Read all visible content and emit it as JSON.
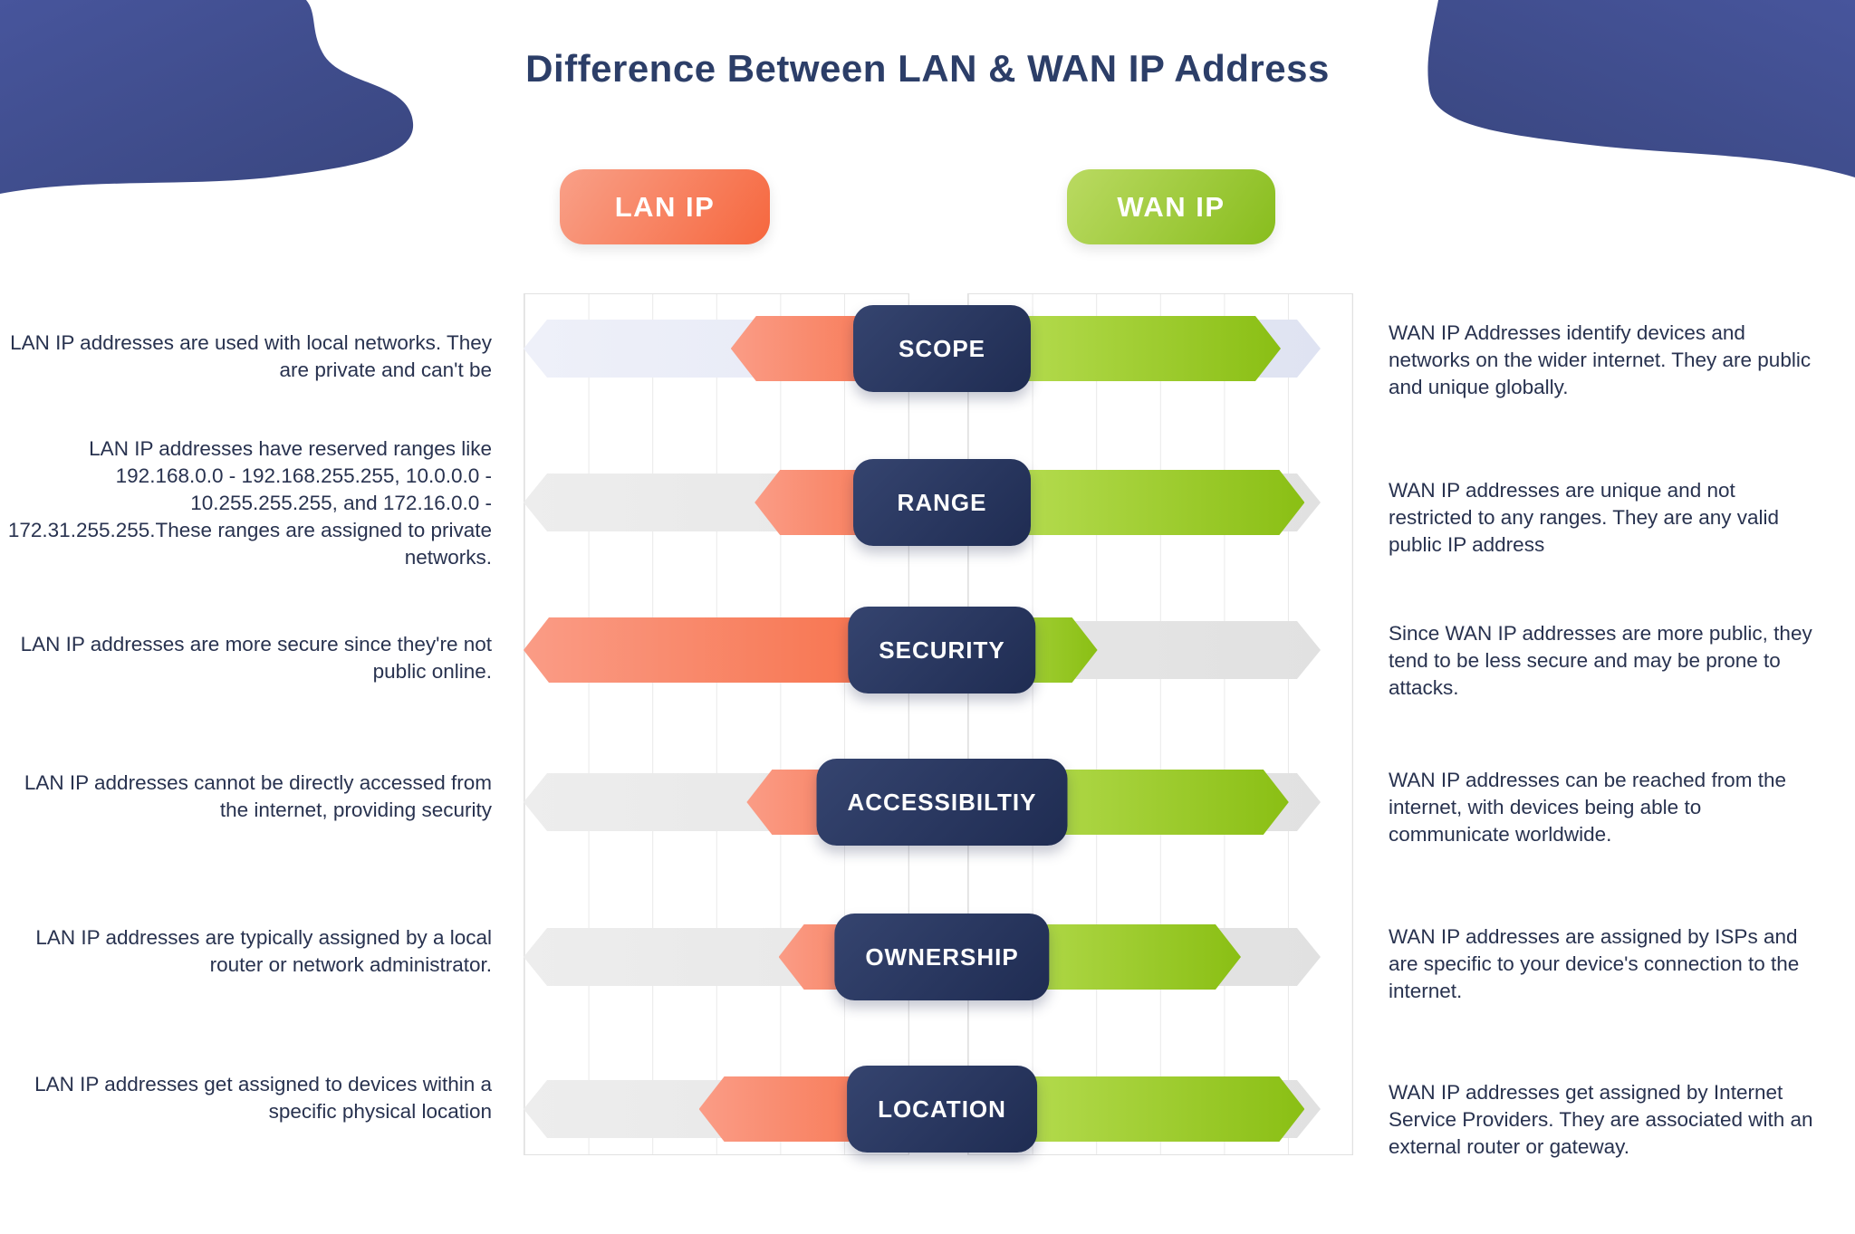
{
  "title": "Difference Between LAN & WAN IP Address",
  "badges": {
    "lan": "LAN IP",
    "wan": "WAN IP"
  },
  "colors": {
    "title_navy": "#2c3e68",
    "body_navy": "#28324f",
    "pill_navy_dark": "#1f2c52",
    "pill_navy_light": "#35446f",
    "lan_orange_light": "#fa9c86",
    "lan_orange_dark": "#f6673e",
    "wan_green_light": "#c3e563",
    "wan_green_dark": "#88bd1d",
    "track_gray": "#e5e5e5",
    "track_lavender": "#e4e7f5",
    "corner_indigo": "#3f4d8e"
  },
  "rows": [
    {
      "label": "SCOPE",
      "track_variant": "lavender",
      "lan_extent_pct": 26,
      "wan_extent_pct": 95,
      "lan_text": "LAN IP addresses are used with local networks. They are private and can't be",
      "wan_text": "WAN IP Addresses identify devices and networks on the wider internet. They are public and unique globally."
    },
    {
      "label": "RANGE",
      "track_variant": "gray",
      "lan_extent_pct": 29,
      "wan_extent_pct": 98,
      "lan_text": "LAN IP addresses have reserved ranges like 192.168.0.0 - 192.168.255.255, 10.0.0.0 - 10.255.255.255, and 172.16.0.0 - 172.31.255.255.These ranges are assigned to private networks.",
      "wan_text": "WAN IP addresses are unique and not restricted to any ranges. They are any valid public IP address"
    },
    {
      "label": "SECURITY",
      "track_variant": "gray",
      "lan_extent_pct": 0,
      "wan_extent_pct": 72,
      "lan_text": "LAN IP addresses are more secure since they're not public online.",
      "wan_text": "Since WAN IP addresses are more public, they tend to be less secure and may be prone to attacks."
    },
    {
      "label": "ACCESSIBILTIY",
      "track_variant": "gray",
      "lan_extent_pct": 28,
      "wan_extent_pct": 96,
      "lan_text": "LAN IP addresses cannot be directly accessed from the internet, providing security",
      "wan_text": "WAN IP addresses can be reached from the internet, with devices being able to communicate worldwide."
    },
    {
      "label": "OWNERSHIP",
      "track_variant": "gray",
      "lan_extent_pct": 32,
      "wan_extent_pct": 90,
      "lan_text": "LAN IP addresses are typically assigned by a local router or network administrator.",
      "wan_text": "WAN IP addresses are assigned by ISPs and are specific to your device's connection to the internet."
    },
    {
      "label": "LOCATION",
      "track_variant": "gray",
      "lan_extent_pct": 22,
      "wan_extent_pct": 98,
      "lan_text": "LAN IP addresses get assigned to devices within a specific physical location",
      "wan_text": "WAN IP addresses get assigned by Internet Service Providers. They are associated with an external router or gateway."
    }
  ],
  "layout_tops": {
    "bar_rows": [
      337,
      507,
      670,
      838,
      1009,
      1177
    ],
    "lan_text_centers": [
      394,
      556,
      727,
      880,
      1051,
      1213
    ],
    "wan_text_centers": [
      398,
      572,
      730,
      892,
      1065,
      1237
    ]
  }
}
